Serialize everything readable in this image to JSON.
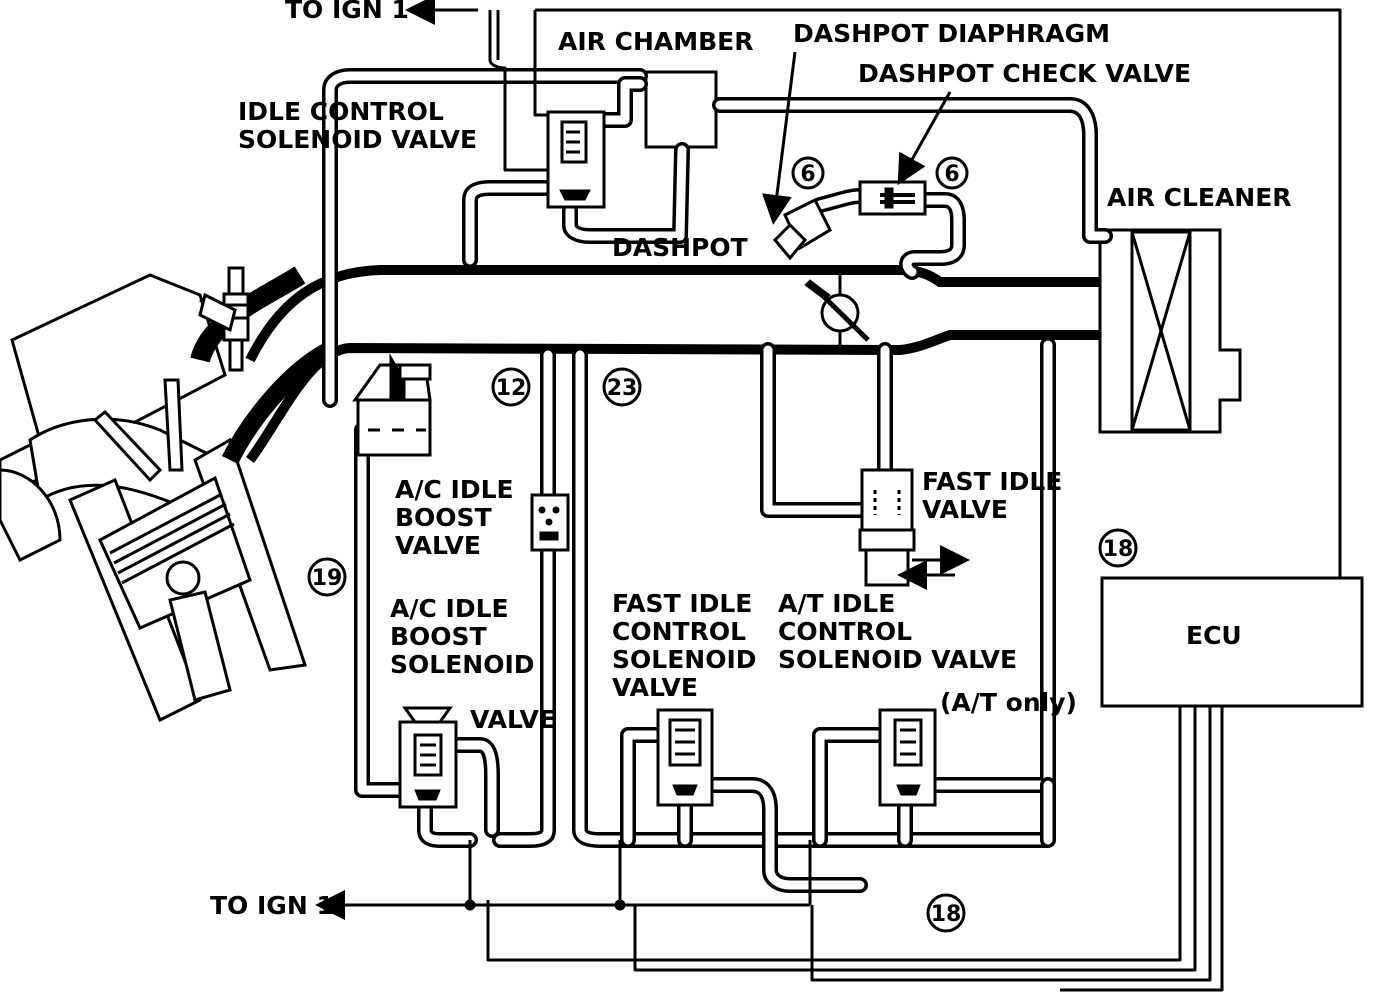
{
  "labels": {
    "to_ign_top": "TO IGN 1",
    "air_chamber": "AIR CHAMBER",
    "dashpot_diaphragm": "DASHPOT DIAPHRAGM",
    "dashpot_check_valve": "DASHPOT CHECK VALVE",
    "idle_control_1": "IDLE CONTROL",
    "idle_control_2": "SOLENOID VALVE",
    "air_cleaner": "AIR CLEANER",
    "dashpot": "DASHPOT",
    "fast_idle_valve_1": "FAST IDLE",
    "fast_idle_valve_2": "VALVE",
    "ac_idle_boost_valve_1": "A/C IDLE",
    "ac_idle_boost_valve_2": "BOOST",
    "ac_idle_boost_valve_3": "VALVE",
    "ac_idle_boost_solenoid_1": "A/C IDLE",
    "ac_idle_boost_solenoid_2": "BOOST",
    "ac_idle_boost_solenoid_3": "SOLENOID",
    "ac_idle_boost_solenoid_4": "VALVE",
    "fast_idle_control_1": "FAST IDLE",
    "fast_idle_control_2": "CONTROL",
    "fast_idle_control_3": "SOLENOID",
    "fast_idle_control_4": "VALVE",
    "at_idle_control_1": "A/T IDLE",
    "at_idle_control_2": "CONTROL",
    "at_idle_control_3": "SOLENOID VALVE",
    "at_only": "(A/T only)",
    "ecu": "ECU",
    "to_ign_bottom": "TO IGN 1"
  },
  "callouts": {
    "c6_left": "6",
    "c6_right": "6",
    "c12": "12",
    "c23": "23",
    "c19": "19",
    "c18_ecu": "18",
    "c18_bottom": "18"
  }
}
